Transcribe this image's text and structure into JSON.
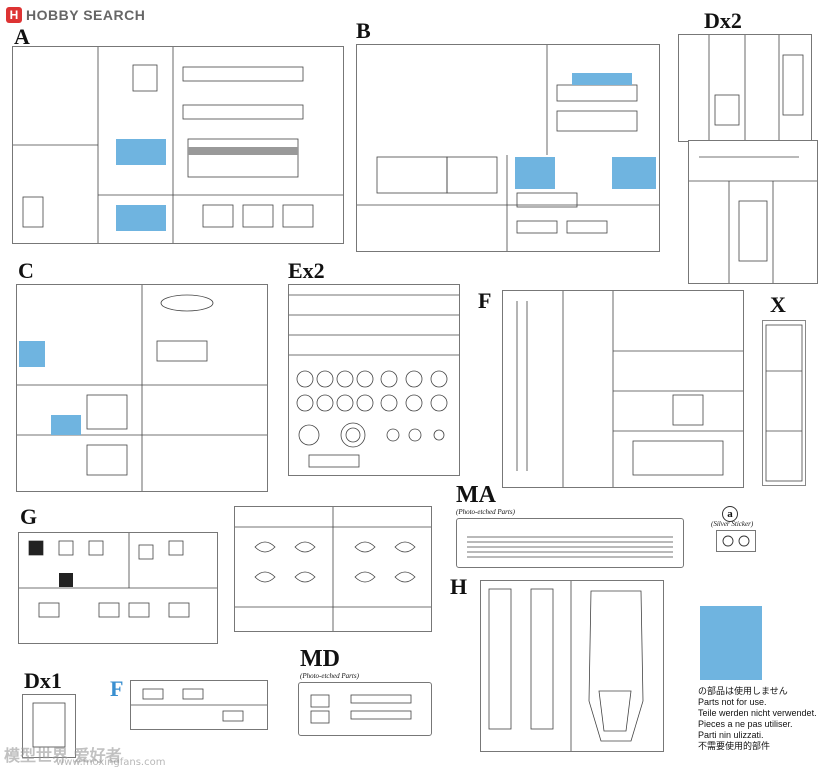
{
  "header": {
    "logo_mark": "H",
    "logo_text": "HOBBY SEARCH"
  },
  "sprues": {
    "A": "A",
    "B": "B",
    "Dx2": "Dx2",
    "C": "C",
    "Ex2": "Ex2",
    "F": "F",
    "X": "X",
    "G": "G",
    "MA": "MA",
    "MA_sub": "(Photo-etched Parts)",
    "a": "a",
    "a_sub": "(Silver Sticker)",
    "H": "H",
    "Dx1": "Dx1",
    "F_blue": "F",
    "MD": "MD",
    "MD_sub": "(Photo-etched Parts)"
  },
  "legend": {
    "color": "#6fb4e0",
    "lines": [
      "の部品は使用しません",
      "Parts not for use.",
      "Teile werden nicht verwendet.",
      "Pieces a ne pas utiliser.",
      "Parti nin ulizzati.",
      "不需要使用的部件"
    ]
  },
  "watermark": {
    "text": "模型世界 爱好者",
    "url": "www.moxingfans.com"
  }
}
